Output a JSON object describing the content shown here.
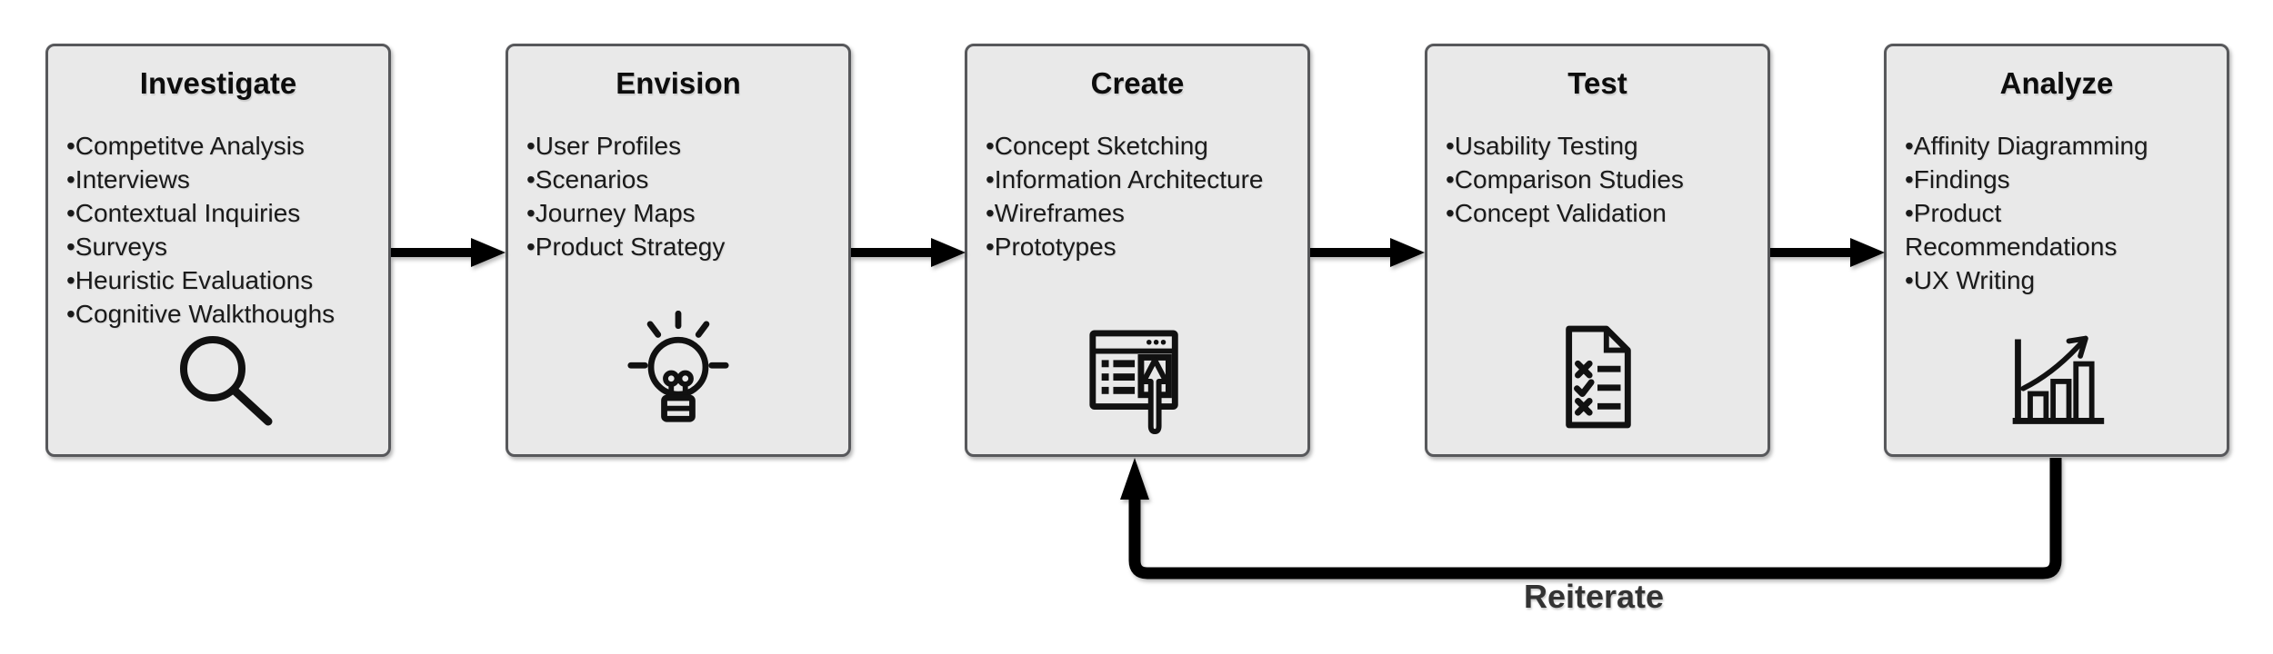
{
  "diagram": {
    "loop_label": "Reiterate",
    "colors": {
      "background": "#ffffff",
      "box_fill": "#e9e9e9",
      "box_border": "#57585b",
      "arrow": "#000000",
      "title_text": "#0d0d0d",
      "item_text": "#1a1a1a",
      "loop_label_text": "#333333"
    },
    "stages": [
      {
        "title": "Investigate",
        "icon": "magnifier-icon",
        "items": [
          "•Competitve Analysis",
          "•Interviews",
          "•Contextual Inquiries",
          "•Surveys",
          "•Heuristic Evaluations",
          "•Cognitive Walkthoughs"
        ]
      },
      {
        "title": "Envision",
        "icon": "lightbulb-icon",
        "items": [
          "•User Profiles",
          "•Scenarios",
          "•Journey Maps",
          "•Product Strategy"
        ]
      },
      {
        "title": "Create",
        "icon": "prototype-window-icon",
        "items": [
          "•Concept Sketching",
          "•Information Architecture",
          "•Wireframes",
          "•Prototypes"
        ]
      },
      {
        "title": "Test",
        "icon": "checklist-document-icon",
        "items": [
          "•Usability Testing",
          "•Comparison Studies",
          "•Concept Validation"
        ]
      },
      {
        "title": "Analyze",
        "icon": "growth-chart-icon",
        "items": [
          "•Affinity Diagramming",
          "•Findings",
          "•Product Recommendations",
          "•UX Writing"
        ]
      }
    ]
  }
}
